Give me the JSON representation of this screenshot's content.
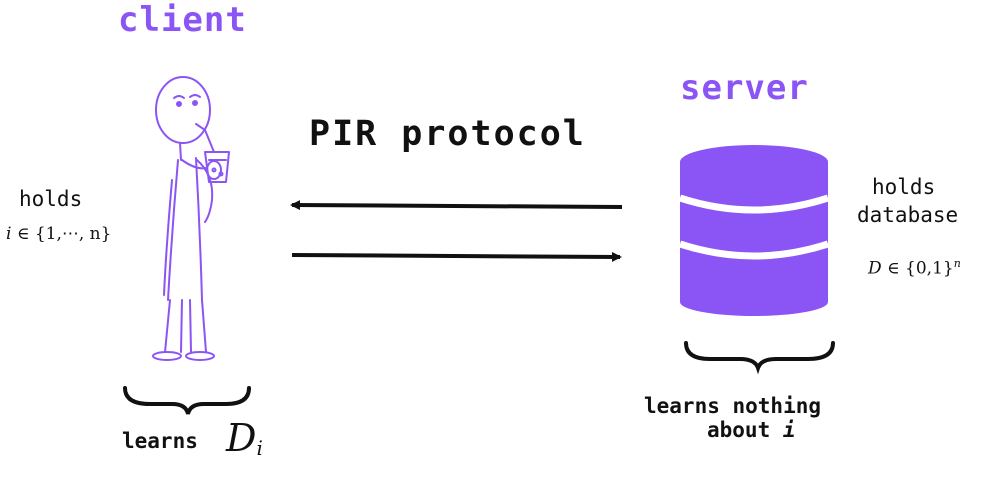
{
  "colors": {
    "accent": "#8b55f5",
    "text": "#111111",
    "arrow": "#111111"
  },
  "client": {
    "title": "client",
    "holds_label": "holds",
    "holds_math_var": "i",
    "holds_math_set": "∈ {1,⋯, n}",
    "learns_label": "learns",
    "learns_math_base": "D",
    "learns_math_sub": "i",
    "icon": "stick-figure-drinking-icon"
  },
  "server": {
    "title": "server",
    "holds_line1": "holds",
    "holds_line2": "database",
    "holds_math_var": "D",
    "holds_math_set": "∈ {0,1}",
    "holds_math_exp": "n",
    "learns_line1": "learns nothing",
    "learns_line2_prefix": "about",
    "learns_line2_var": "i",
    "icon": "database-icon"
  },
  "protocol": {
    "title": "PIR protocol",
    "arrows": [
      "server-to-client",
      "client-to-server"
    ]
  }
}
